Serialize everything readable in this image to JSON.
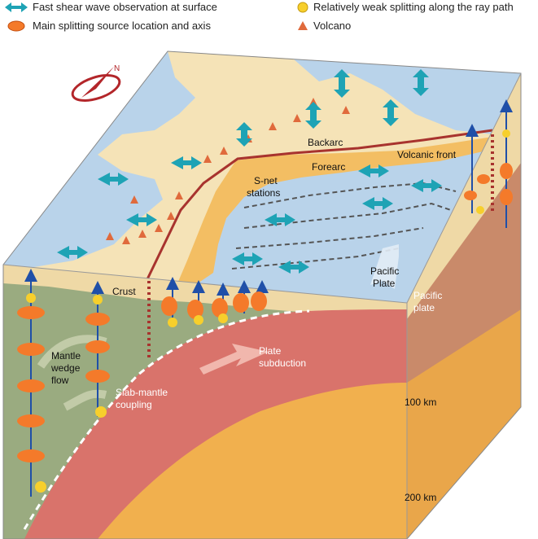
{
  "legend": {
    "fast_shear": "Fast shear wave observation at surface",
    "main_source": "Main splitting source location and axis",
    "weak_splitting": "Relatively weak splitting along the ray path",
    "volcano": "Volcano"
  },
  "compass": {
    "north": "N"
  },
  "labels": {
    "backarc": "Backarc",
    "volcanic_front": "Volcanic front",
    "forearc": "Forearc",
    "snet_line1": "S-net",
    "snet_line2": "stations",
    "pacific_plate_surface_1": "Pacific",
    "pacific_plate_surface_2": "Plate",
    "pacific_plate_side_1": "Pacific",
    "pacific_plate_side_2": "plate",
    "crust": "Crust",
    "mantle_wedge_1": "Mantle",
    "mantle_wedge_2": "wedge",
    "mantle_wedge_3": "flow",
    "plate_subduction_1": "Plate",
    "plate_subduction_2": "subduction",
    "slab_mantle_1": "Slab-mantle",
    "slab_mantle_2": "coupling",
    "depth_100": "100 km",
    "depth_200": "200 km"
  },
  "colors": {
    "ocean": "#b9d3ea",
    "land": "#f5e3b7",
    "forearc": "#f3be63",
    "mantle_wedge": "#9aab80",
    "slab": "#d9736b",
    "deep_mantle": "#f1b04e",
    "front_line": "#a8332e",
    "arrow": "#1ea3b5",
    "ellipse": "#f47a2a",
    "ray": "#1f4fa8",
    "point": "#f7cf2c"
  }
}
